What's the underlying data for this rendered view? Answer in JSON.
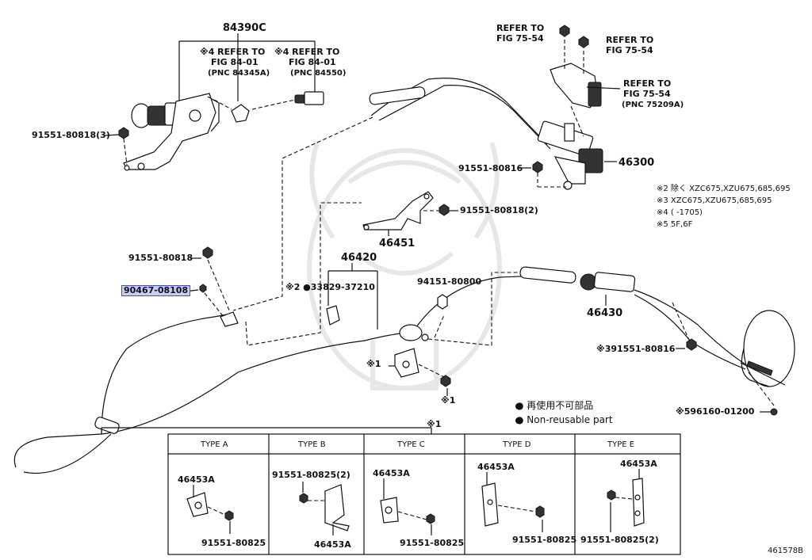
{
  "callouts": {
    "c84390c": "84390C",
    "ref1_line1": "※4 REFER TO",
    "ref1_line2": "FIG 84-01",
    "ref1_line3": "(PNC 84345A)",
    "ref2_line1": "※4 REFER TO",
    "ref2_line2": "FIG 84-01",
    "ref2_line3": "(PNC 84550)",
    "bolt_left_top": "91551-80818(3)",
    "ref3_line1": "REFER TO",
    "ref3_line2": "FIG 75-54",
    "ref4_line1": "REFER TO",
    "ref4_line2": "FIG 75-54",
    "ref5_line1": "REFER TO",
    "ref5_line2": "FIG 75-54",
    "ref5_line3": "(PNC 75209A)",
    "c46300": "46300",
    "bolt_46300": "91551-80816",
    "c46451": "46451",
    "bolt_46451": "91551-80818(2)",
    "bolt_left_mid": "91551-80818",
    "c90467": "90467-08108",
    "c46420": "46420",
    "c33829": "※2 ●33829-37210",
    "c94151": "94151-80800",
    "c46430": "46430",
    "bolt_46430": "※391551-80816",
    "c96160": "※596160-01200",
    "mark1a": "※1",
    "mark1b": "※1",
    "mark1c": "※1",
    "nonreuse_jp": "● 再使用不可部品",
    "nonreuse_en": "● Non-reusable part"
  },
  "notes": [
    "※2 除く XZC675,XZU675,685,695",
    "※3 XZC675,XZU675,685,695",
    "※4 (      -1705)",
    "※5 5F,6F"
  ],
  "types": [
    {
      "name": "TYPE A",
      "part": "46453A",
      "bolt": "91551-80825"
    },
    {
      "name": "TYPE B",
      "part": "46453A",
      "bolt": "91551-80825(2)"
    },
    {
      "name": "TYPE C",
      "part": "46453A",
      "bolt": "91551-80825"
    },
    {
      "name": "TYPE D",
      "part": "46453A",
      "bolt": "91551-80825"
    },
    {
      "name": "TYPE E",
      "part": "46453A",
      "bolt": "91551-80825(2)"
    }
  ],
  "figure_id": "461578B"
}
